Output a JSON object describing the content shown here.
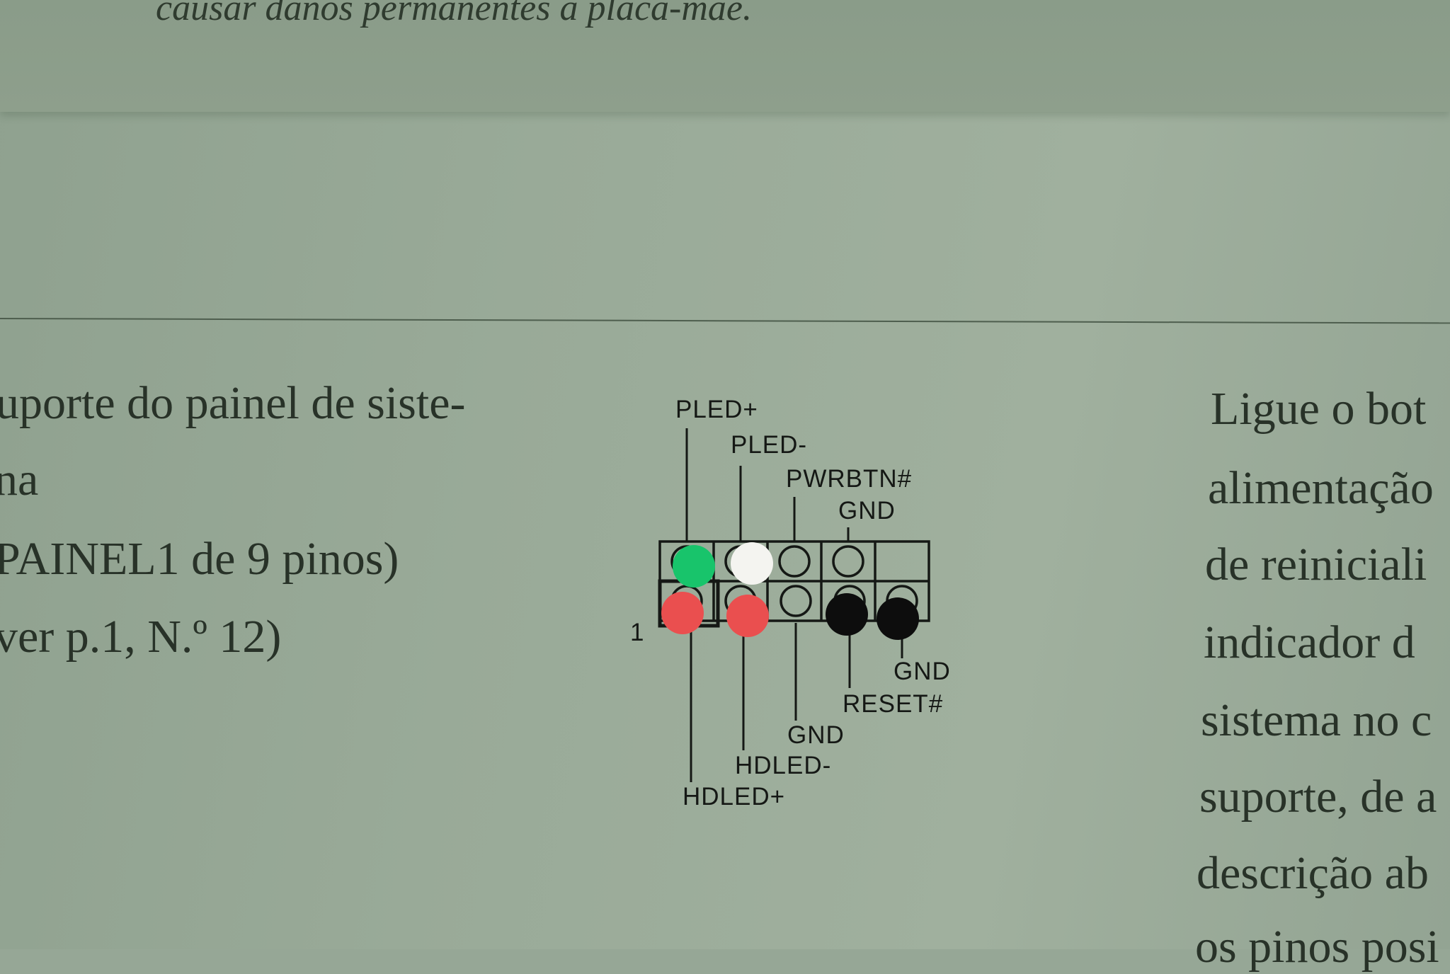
{
  "top_text": "causar danos permanentes à placa-mãe.",
  "left_column": {
    "lines": [
      "uporte do painel de siste-",
      "na",
      "PAINEL1 de 9 pinos)",
      "ver p.1, N.º 12)"
    ]
  },
  "diagram": {
    "pin1_label": "1",
    "top_labels": [
      "PLED+",
      "PLED-",
      "PWRBTN#",
      "GND"
    ],
    "bottom_labels": [
      "GND",
      "RESET#",
      "GND",
      "HDLED-",
      "HDLED+"
    ],
    "dot_colors": {
      "pled_plus": "#18c46b",
      "pled_minus": "#f4f4f0",
      "hdled_plus": "#ea4f4f",
      "hdled_minus": "#ea4f4f",
      "reset": "#0d0d0d",
      "gnd": "#0d0d0d"
    }
  },
  "right_column": {
    "lines": [
      "Ligue o bot",
      "alimentação",
      "de reiniciali",
      "indicador d",
      "sistema no c",
      "suporte, de a",
      "descrição ab",
      "os pinos posi"
    ]
  }
}
